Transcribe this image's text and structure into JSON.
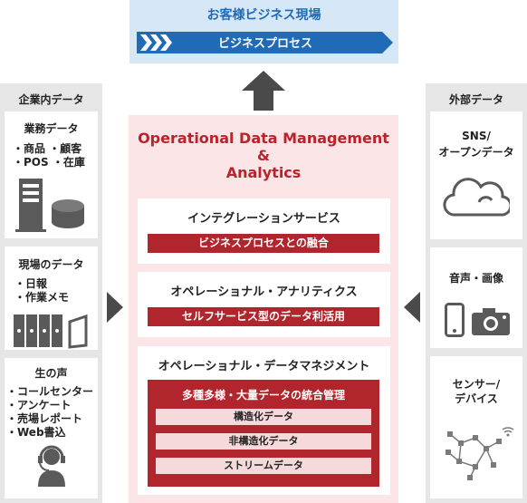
{
  "top": {
    "title": "お客様ビジネス現場",
    "process_label": "ビジネスプロセス"
  },
  "left": {
    "header": "企業内データ",
    "panels": [
      {
        "title": "業務データ",
        "items": [
          "・商品 ・顧客",
          "・POS ・在庫"
        ]
      },
      {
        "title": "現場のデータ",
        "items": [
          "・日報",
          "・作業メモ"
        ]
      },
      {
        "title": "生の声",
        "items": [
          "・コールセンター",
          "・アンケート",
          "・売場レポート",
          "・Web書込"
        ]
      }
    ]
  },
  "right": {
    "header": "外部データ",
    "panels": [
      {
        "title_lines": [
          "SNS/",
          "オープンデータ"
        ]
      },
      {
        "title_lines": [
          "音声・画像"
        ]
      },
      {
        "title_lines": [
          "センサー/",
          "デバイス"
        ]
      }
    ]
  },
  "center": {
    "title_lines": [
      "Operational Data Management",
      "&",
      "Analytics"
    ],
    "layers": [
      {
        "title": "インテグレーションサービス",
        "bar": "ビジネスプロセスとの融合"
      },
      {
        "title": "オペレーショナル・アナリティクス",
        "bar": "セルフサービス型のデータ利活用"
      },
      {
        "title": "オペレーショナル・データマネジメント",
        "bar": "多種多様・大量データの統合管理",
        "sub_items": [
          "構造化データ",
          "非構造化データ",
          "ストリームデータ"
        ]
      }
    ]
  },
  "colors": {
    "accent_red": "#b1252c",
    "accent_blue": "#1f6bb5",
    "top_bg": "#d6e7f7",
    "center_bg": "#fbe5e6",
    "side_bg": "#e6e6e6"
  }
}
